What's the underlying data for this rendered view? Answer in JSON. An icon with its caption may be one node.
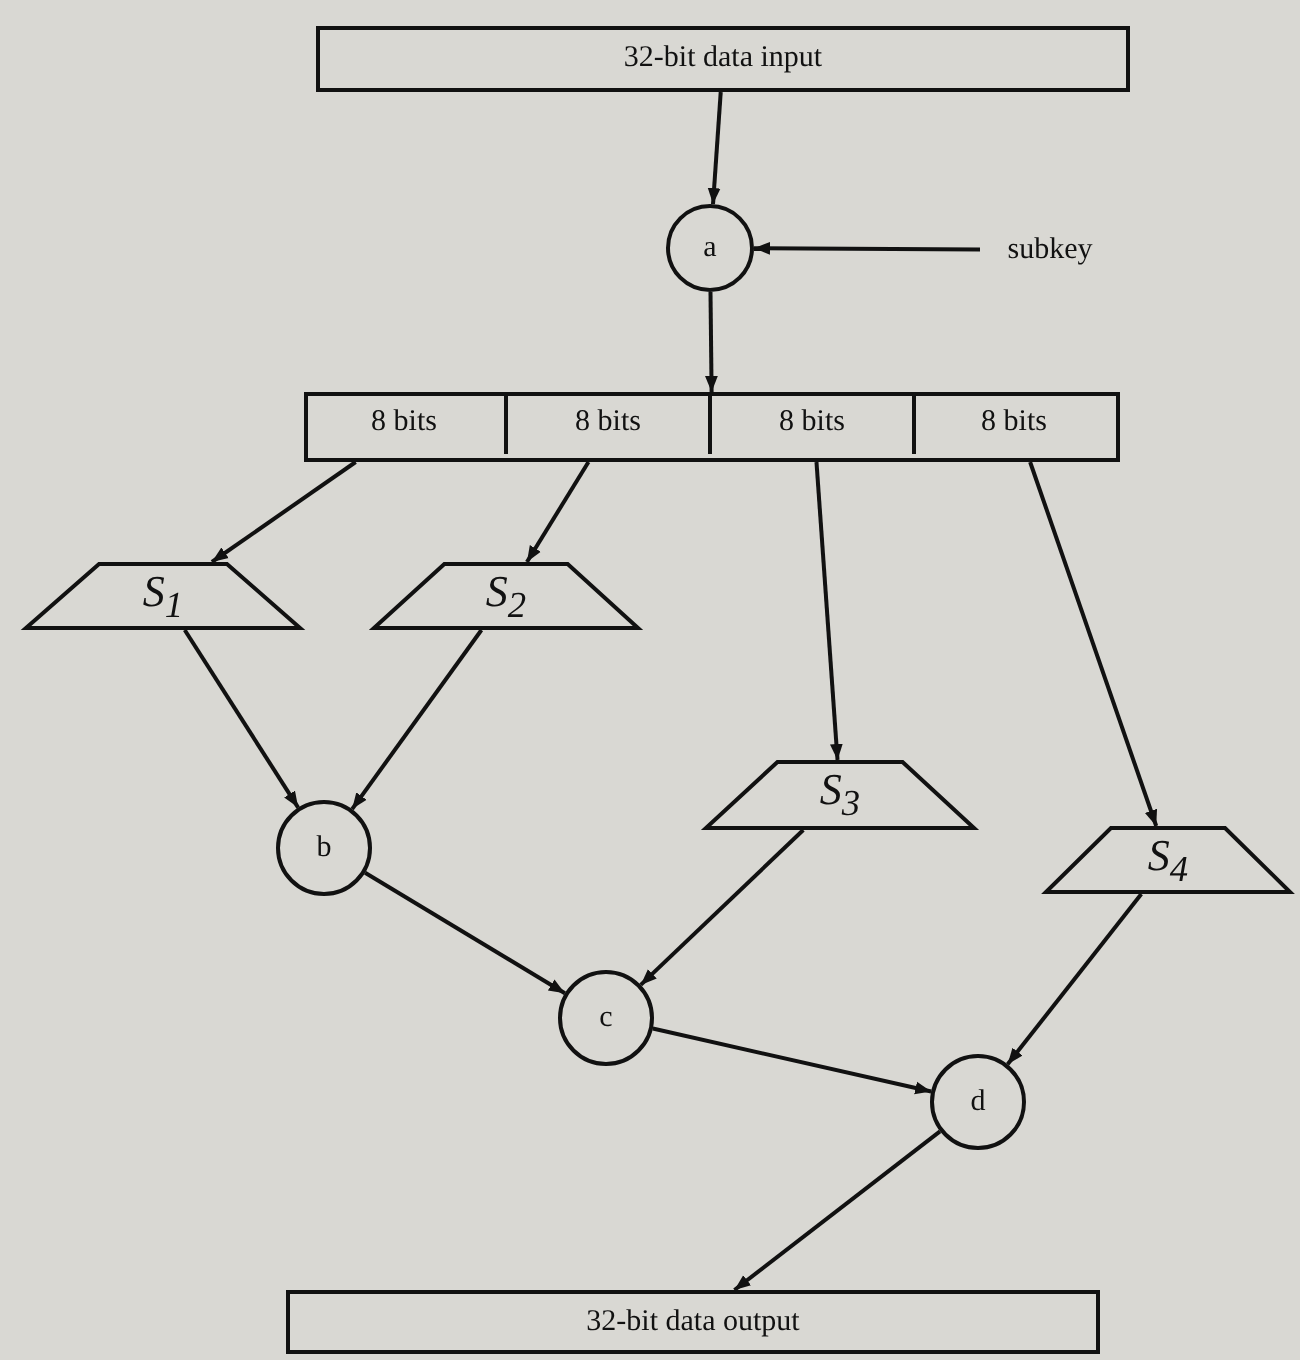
{
  "diagram": {
    "nodes": [
      {
        "text": [
          "32-bit data input"
        ]
      },
      {
        "text": [
          "a"
        ]
      },
      {
        "text": [
          "subkey"
        ]
      },
      {
        "text": [],
        "shape": "bar"
      },
      {
        "text": [
          "8 bits"
        ],
        "in": 3
      },
      {
        "text": [
          "8 bits"
        ],
        "in": 3
      },
      {
        "text": [
          "8 bits"
        ],
        "in": 3
      },
      {
        "text": [
          "8 bits"
        ],
        "in": 3
      },
      {
        "text": [
          "S$_{1}$"
        ]
      },
      {
        "text": [
          "S$_{2}$"
        ]
      },
      {
        "text": [
          "S$_{3}$"
        ]
      },
      {
        "text": [
          "S$_{4}$"
        ]
      },
      {
        "text": [
          "b"
        ]
      },
      {
        "text": [
          "c"
        ]
      },
      {
        "text": [
          "d"
        ]
      },
      {
        "text": [
          "32-bit data output"
        ]
      }
    ],
    "edges": [
      {
        "from": 0,
        "to": 1,
        "arrow": "to"
      },
      {
        "from": 2,
        "to": 1,
        "arrow": "to"
      },
      {
        "from": 1,
        "to": 3,
        "arrow": "to"
      },
      {
        "from": 4,
        "to": 8,
        "arrow": "to"
      },
      {
        "from": 5,
        "to": 9,
        "arrow": "to"
      },
      {
        "from": 6,
        "to": 10,
        "arrow": "to"
      },
      {
        "from": 7,
        "to": 11,
        "arrow": "to"
      },
      {
        "from": 8,
        "to": 12,
        "arrow": "to"
      },
      {
        "from": 9,
        "to": 12,
        "arrow": "to"
      },
      {
        "from": 12,
        "to": 13,
        "arrow": "to"
      },
      {
        "from": 10,
        "to": 13,
        "arrow": "to"
      },
      {
        "from": 13,
        "to": 14,
        "arrow": "to"
      },
      {
        "from": 11,
        "to": 14,
        "arrow": "to"
      },
      {
        "from": 14,
        "to": 15,
        "arrow": "to"
      }
    ]
  }
}
